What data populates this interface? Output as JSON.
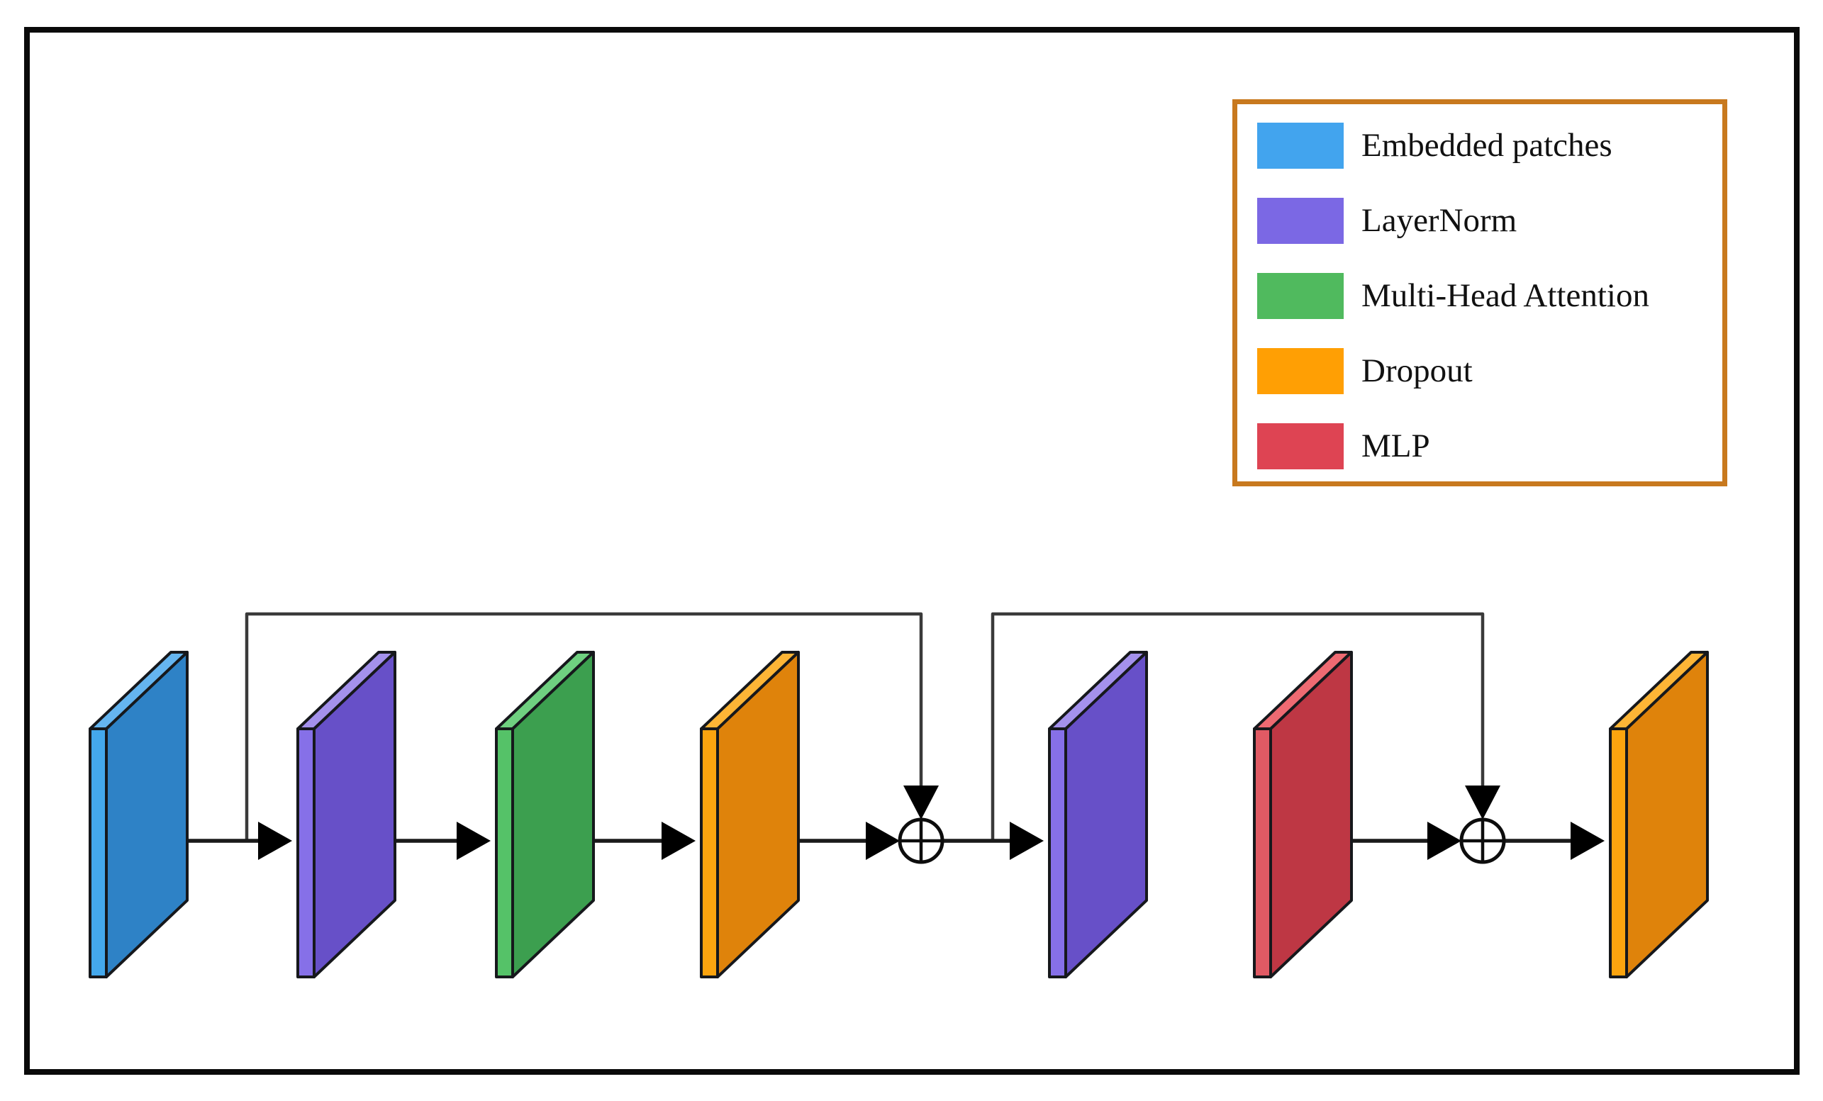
{
  "figure": {
    "type": "diagram",
    "description": "Transformer encoder block: embedded patches pass through LayerNorm, Multi-Head Attention, Dropout with a residual add, then LayerNorm, MLP with a second residual add, ending in Dropout"
  },
  "palette": {
    "blue": {
      "face": "#2E82C6",
      "side": "#44A8EC",
      "top": "#65B5F0",
      "swatch": "#42A4EE"
    },
    "purple": {
      "face": "#6750C8",
      "side": "#8670E8",
      "top": "#A491EC",
      "swatch": "#7B68E4"
    },
    "green": {
      "face": "#3C9F4F",
      "side": "#55C268",
      "top": "#6FD080",
      "swatch": "#50BA5E"
    },
    "orange": {
      "face": "#DF830B",
      "side": "#FBA40F",
      "top": "#FDB536",
      "swatch": "#FF9F04"
    },
    "red": {
      "face": "#BE3744",
      "side": "#E05A64",
      "top": "#EE6A72",
      "swatch": "#DE4453"
    }
  },
  "line_colors": {
    "flow": "#1a1a1a",
    "skip": "#3a3a3a",
    "outline": "#16181c",
    "frame": "#0a0a0a",
    "legend_border": "#c8791e"
  },
  "legend": {
    "items": [
      {
        "key": "blue",
        "label": "Embedded patches"
      },
      {
        "key": "purple",
        "label": "LayerNorm"
      },
      {
        "key": "green",
        "label": "Multi-Head Attention"
      },
      {
        "key": "orange",
        "label": "Dropout"
      },
      {
        "key": "red",
        "label": "MLP"
      }
    ]
  },
  "diagram": {
    "blocks": [
      {
        "id": "embedded-patches",
        "label": "Embedded patches",
        "color": "blue"
      },
      {
        "id": "layernorm-1",
        "label": "LayerNorm",
        "color": "purple"
      },
      {
        "id": "multi-head-attention",
        "label": "Multi-Head Attention",
        "color": "green"
      },
      {
        "id": "dropout-1",
        "label": "Dropout",
        "color": "orange"
      },
      {
        "id": "layernorm-2",
        "label": "LayerNorm",
        "color": "purple"
      },
      {
        "id": "mlp",
        "label": "MLP",
        "color": "red"
      },
      {
        "id": "dropout-2",
        "label": "Dropout",
        "color": "orange"
      }
    ],
    "add_operators": [
      {
        "id": "residual-add-1",
        "symbol": "⊕"
      },
      {
        "id": "residual-add-2",
        "symbol": "⊕"
      }
    ],
    "flow_order": [
      "embedded-patches",
      "layernorm-1",
      "multi-head-attention",
      "dropout-1",
      "residual-add-1",
      "layernorm-2",
      "mlp",
      "residual-add-2",
      "dropout-2"
    ],
    "skip_connections": [
      {
        "from": "embedded-patches",
        "to": "residual-add-1"
      },
      {
        "from": "residual-add-1",
        "to": "residual-add-2"
      }
    ]
  }
}
